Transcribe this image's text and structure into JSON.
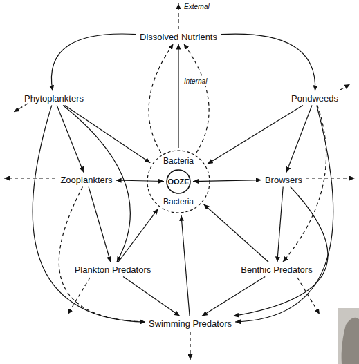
{
  "diagram": {
    "nodes": [
      {
        "text": [
          "Dissolved Nutrients"
        ]
      },
      {
        "text": [
          "Phytoplankters"
        ]
      },
      {
        "text": [
          "Pondweeds"
        ]
      },
      {
        "text": [
          "Zooplankters"
        ]
      },
      {
        "text": [
          "Bacteria",
          "Bacteria"
        ]
      },
      {
        "text": [
          "OOZE"
        ],
        "in": 4
      },
      {
        "text": [
          "Browsers"
        ]
      },
      {
        "text": [
          "Plankton Predators"
        ]
      },
      {
        "text": [
          "Benthic Predators"
        ]
      },
      {
        "text": [
          "Swimming Predators"
        ]
      }
    ],
    "edges": [
      {
        "from": 0,
        "to": 1,
        "arrow": "to"
      },
      {
        "from": 0,
        "to": 2,
        "arrow": "to"
      },
      {
        "from": 4,
        "to": 0,
        "arrow": "to"
      },
      {
        "from": 4,
        "to": 0,
        "arrow": "to"
      },
      {
        "from": 4,
        "to": 0,
        "arrow": "to"
      },
      {
        "from": 1,
        "to": 3,
        "arrow": "to"
      },
      {
        "from": 1,
        "to": 4,
        "arrow": "to"
      },
      {
        "from": 1,
        "to": 7,
        "arrow": "to"
      },
      {
        "from": 1,
        "to": 9,
        "arrow": "to"
      },
      {
        "from": 2,
        "to": 6,
        "arrow": "to"
      },
      {
        "from": 2,
        "to": 4,
        "arrow": "to"
      },
      {
        "from": 2,
        "to": 8,
        "arrow": "to"
      },
      {
        "from": 2,
        "to": 9,
        "arrow": "to"
      },
      {
        "from": 3,
        "to": 5,
        "arrow": "both"
      },
      {
        "from": 6,
        "to": 5,
        "arrow": "both"
      },
      {
        "from": 3,
        "to": 7,
        "arrow": "to"
      },
      {
        "from": 3,
        "to": 9,
        "arrow": "to"
      },
      {
        "from": 6,
        "to": 8,
        "arrow": "to"
      },
      {
        "from": 6,
        "to": 9,
        "arrow": "to"
      },
      {
        "from": 7,
        "to": 4,
        "arrow": "to"
      },
      {
        "from": 7,
        "to": 9,
        "arrow": "to"
      },
      {
        "from": 8,
        "to": 4,
        "arrow": "to"
      },
      {
        "from": 8,
        "to": 9,
        "arrow": "to"
      },
      {
        "from": 9,
        "to": 4,
        "arrow": "to"
      }
    ],
    "labels": [
      "External",
      "Internal"
    ]
  }
}
